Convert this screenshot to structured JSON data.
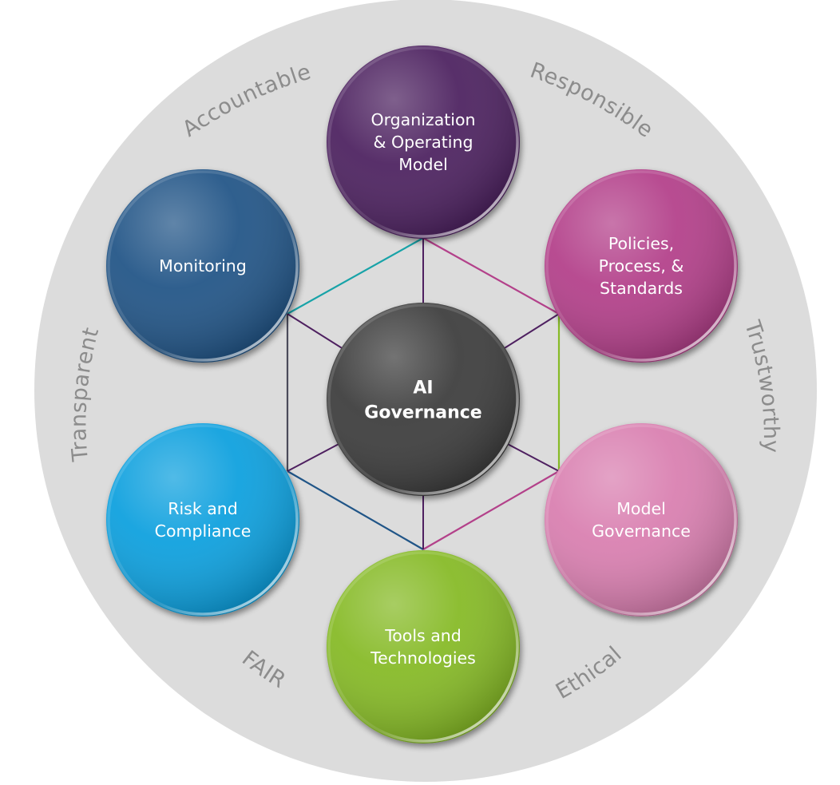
{
  "center": {
    "lines": [
      "AI",
      "Governance"
    ],
    "color": "#3d3d3d"
  },
  "nodes": [
    {
      "id": "organization",
      "lines": [
        "Organization",
        "& Operating",
        "Model"
      ],
      "color": "#4e2060"
    },
    {
      "id": "policies",
      "lines": [
        "Policies,",
        "Process, &",
        "Standards"
      ],
      "color": "#b3418a"
    },
    {
      "id": "model-governance",
      "lines": [
        "Model",
        "Governance"
      ],
      "color": "#d97fb0"
    },
    {
      "id": "tools",
      "lines": [
        "Tools and",
        "Technologies"
      ],
      "color": "#86ba26"
    },
    {
      "id": "risk",
      "lines": [
        "Risk and",
        "Compliance"
      ],
      "color": "#0aa0de"
    },
    {
      "id": "monitoring",
      "lines": [
        "Monitoring"
      ],
      "color": "#205587"
    }
  ],
  "edge_colors": [
    "#b3418a",
    "#86ba26",
    "#b3418a",
    "#205587",
    "#4a4a5a",
    "#18a3a8"
  ],
  "spoke_color": "#4e2060",
  "ring_color": "#dcdcdc",
  "principles": [
    "Accountable",
    "Responsible",
    "Trustworthy",
    "Ethical",
    "FAIR",
    "Transparent"
  ]
}
